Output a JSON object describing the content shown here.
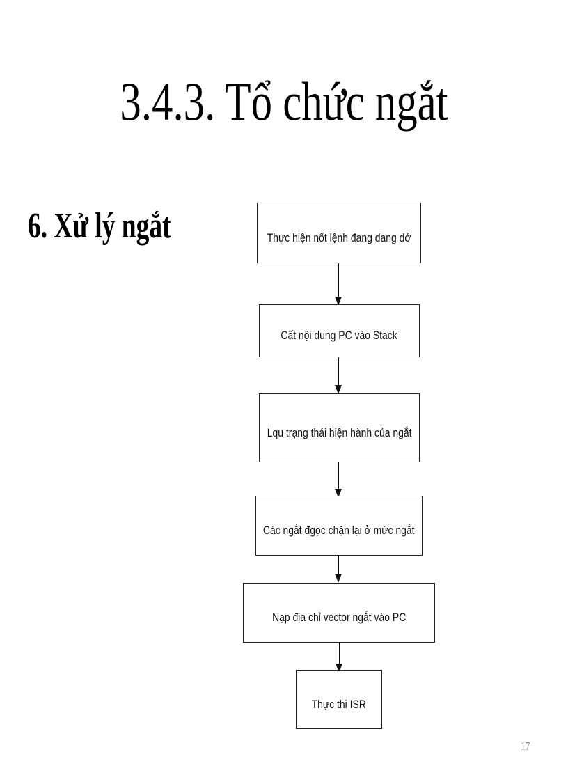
{
  "slide": {
    "title": "3.4.3. Tổ chức ngắt",
    "subtitle": "6. Xử lý ngắt",
    "page_number": "17"
  },
  "flowchart": {
    "steps": [
      {
        "label": "Thực hiện nốt lệnh đang dang dở"
      },
      {
        "label": "Cất nội dung PC vào Stack"
      },
      {
        "label": "Lqu trạng thái hiện hành của ngắt"
      },
      {
        "label": "Các ngắt đgọc chặn lại ở mức ngắt"
      },
      {
        "label": "Nạp địa chỉ vector ngắt vào PC"
      },
      {
        "label": "Thực thi ISR"
      }
    ],
    "arrow_icon": "down-arrow-icon"
  }
}
